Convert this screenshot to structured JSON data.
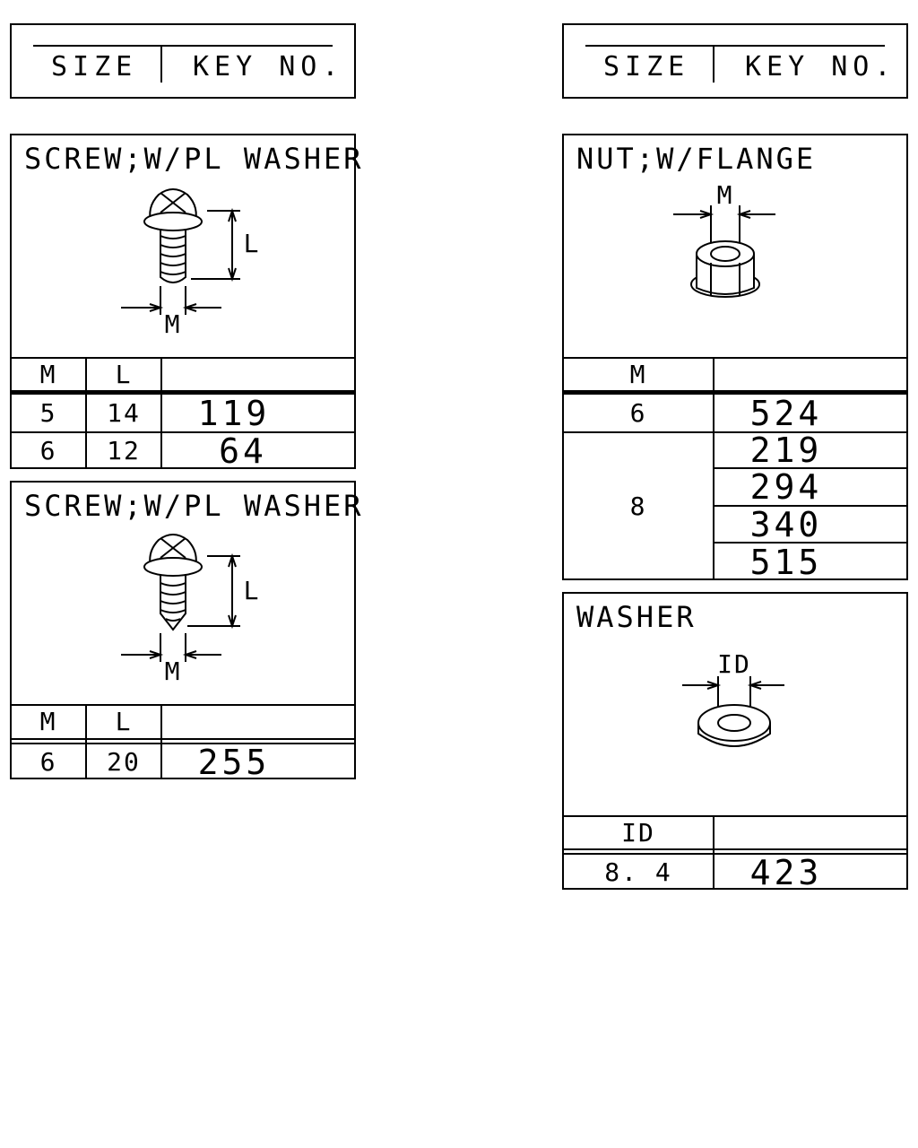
{
  "headers": {
    "size_label": "SIZE",
    "key_label": "KEY NO."
  },
  "panels": {
    "screw_1": {
      "title": "SCREW;W/PL WASHER",
      "dim_length": "L",
      "dim_diameter": "M",
      "col_m": "M",
      "col_l": "L",
      "rows": [
        {
          "m": "5",
          "l": "14",
          "key": "119"
        },
        {
          "m": "6",
          "l": "12",
          "key": "64"
        }
      ]
    },
    "screw_2": {
      "title": "SCREW;W/PL WASHER",
      "dim_length": "L",
      "dim_diameter": "M",
      "col_m": "M",
      "col_l": "L",
      "rows": [
        {
          "m": "6",
          "l": "20",
          "key": "255"
        }
      ]
    },
    "nut": {
      "title": "NUT;W/FLANGE",
      "dim_diameter": "M",
      "col_m": "M",
      "rows": [
        {
          "m": "6",
          "keys": [
            "524"
          ]
        },
        {
          "m": "8",
          "keys": [
            "219",
            "294",
            "340",
            "515"
          ]
        }
      ]
    },
    "washer": {
      "title": "WASHER",
      "dim_id": "ID",
      "col_id": "ID",
      "rows": [
        {
          "id": "8. 4",
          "key": "423"
        }
      ]
    }
  }
}
